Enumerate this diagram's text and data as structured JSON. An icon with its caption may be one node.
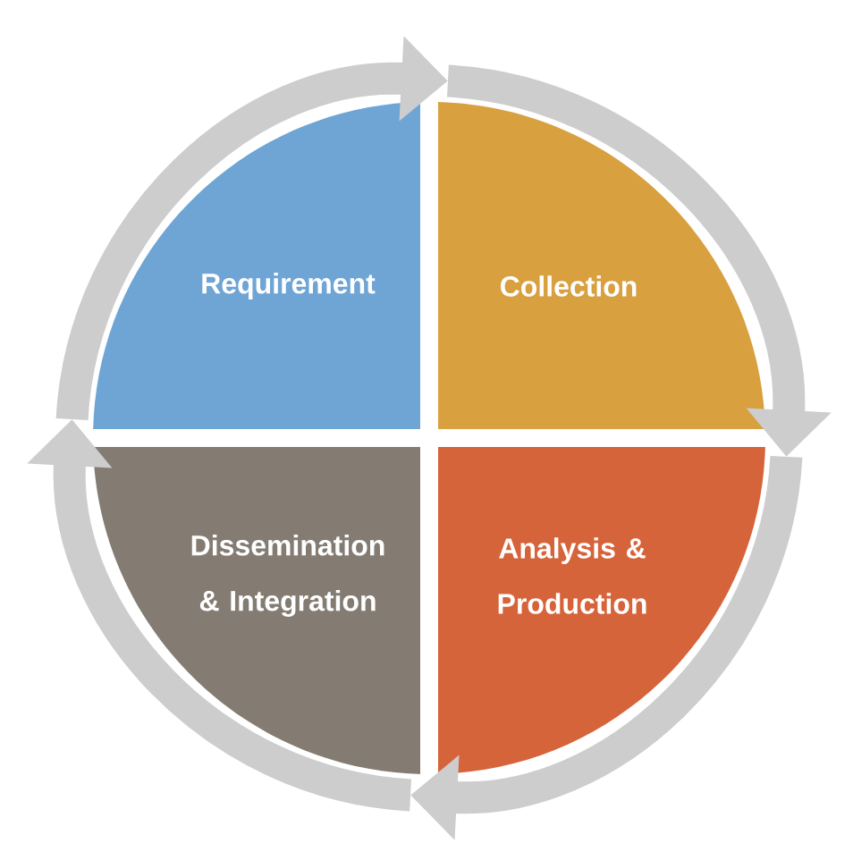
{
  "diagram": {
    "nodes": [
      {
        "text": [
          "Requirement"
        ]
      },
      {
        "text": [
          "Collection"
        ]
      },
      {
        "text": [
          "Analysis & Production"
        ]
      },
      {
        "text": [
          "Dissemination & Integration"
        ]
      }
    ],
    "edges": [
      {
        "from": 0,
        "to": 1,
        "arrow": "to"
      },
      {
        "from": 1,
        "to": 2,
        "arrow": "to"
      },
      {
        "from": 2,
        "to": 3,
        "arrow": "to"
      },
      {
        "from": 3,
        "to": 0,
        "arrow": "to"
      }
    ]
  }
}
